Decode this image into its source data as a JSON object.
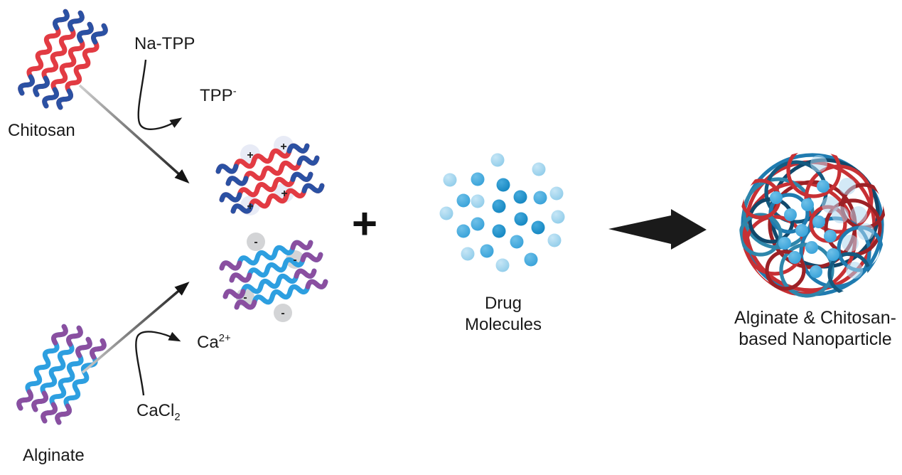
{
  "labels": {
    "chitosan": "Chitosan",
    "alginate": "Alginate",
    "na_tpp": "Na-TPP",
    "tpp_base": "TPP",
    "tpp_sup": "-",
    "cacl2_base": "CaCl",
    "cacl2_sub": "2",
    "ca_base": "Ca",
    "ca_sup": "2+",
    "plus_operator": "+",
    "drug_line1": "Drug",
    "drug_line2": "Molecules",
    "nano_line1": "Alginate & Chitosan-",
    "nano_line2": "based Nanoparticle",
    "positive_charge": "+",
    "negative_charge": "-"
  },
  "colors": {
    "chitosan_strand": "#e23b43",
    "chitosan_tip": "#2b51a3",
    "alginate_strand": "#2d9fe0",
    "alginate_tip": "#8a4fa0",
    "positive_badge": "#e8ebf6",
    "negative_badge": "#d3d4d6",
    "drug_light": "#8ecbe9",
    "drug_medium": "#35a0d8",
    "drug_dark": "#1184bf",
    "arrow_black": "#1a1a1a",
    "nano_red": "#c73034",
    "nano_dark_red": "#9c2126",
    "nano_blue": "#1f7bb0",
    "nano_dark_blue": "#11486b"
  }
}
